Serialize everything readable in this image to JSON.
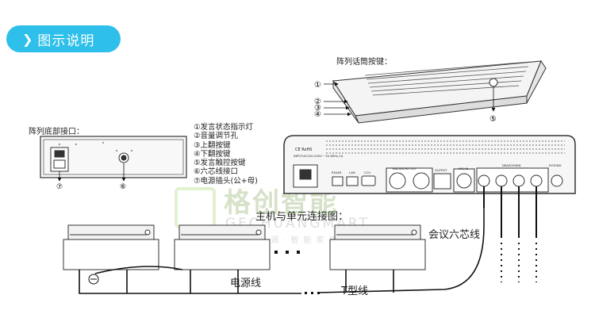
{
  "banner": {
    "title": "图示说明",
    "chevron_icon": "double-chevron-right-icon",
    "color": "#2ec0ea"
  },
  "labels": {
    "mic_buttons": "阵列话筒按键：",
    "bottom_interface": "阵列底部接口：",
    "connection": "主机与单元连接图：",
    "conference_cable": "会议六芯线",
    "power_cable": "电源线",
    "t_cable": "T型线"
  },
  "legend": [
    "①发言状态指示灯",
    "②音量调节孔",
    "③上翻按键",
    "④下翻按键",
    "⑤发言触控按键",
    "⑥六芯线接口",
    "⑦电源插头(公+母)"
  ],
  "callouts": {
    "c1": "①",
    "c2": "②",
    "c3": "③",
    "c4": "④",
    "c5": "⑤",
    "b6": "⑥",
    "b7": "⑦"
  },
  "host_panel": {
    "ce_mark": "CE RoHS",
    "input_spec": "INPUT:AC100-240V~\n50-60Hz,1A",
    "rs485": "RS485",
    "lan": "LAN",
    "ccu": "CCU",
    "balanced_out": "BALANCED OUT",
    "output": "OUTPUT",
    "mic_in": "MIC IN",
    "drasomind": "DRASOMIND",
    "extend": "EXTEND"
  },
  "watermark": {
    "cn": "格创智能",
    "en": "GECHUANGMART",
    "tagline": "别致·格调·智能家具",
    "color": "#8dc63f"
  }
}
